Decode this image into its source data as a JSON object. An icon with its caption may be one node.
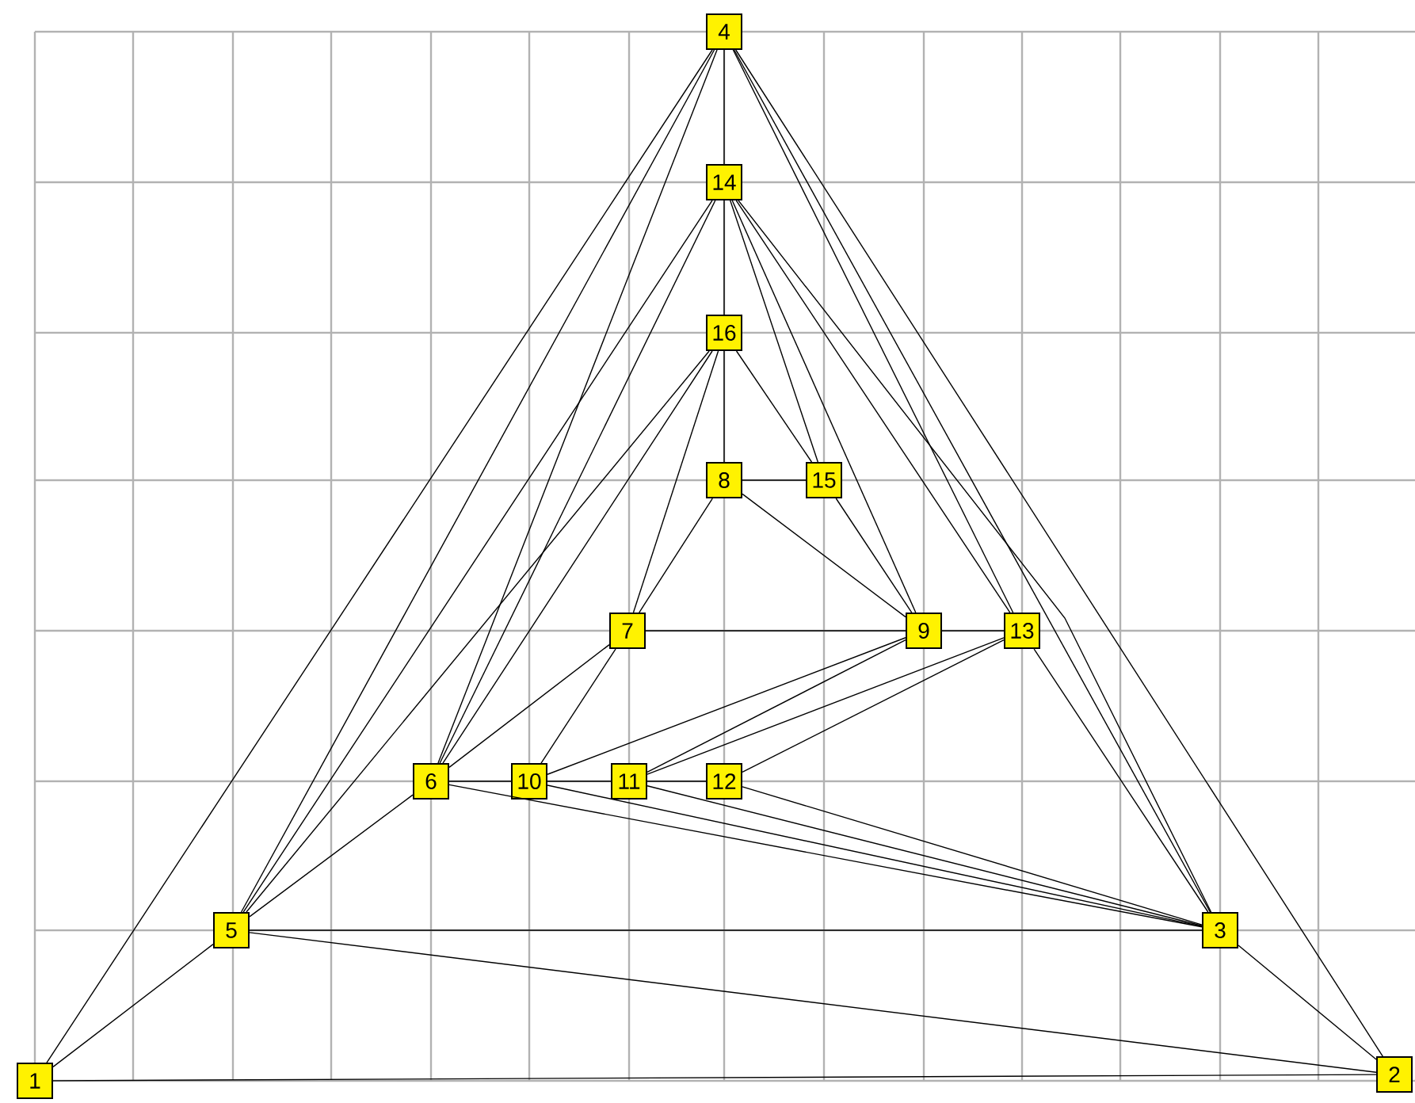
{
  "diagram": {
    "nodes": [
      {
        "text": [
          "1"
        ]
      },
      {
        "text": [
          "2"
        ]
      },
      {
        "text": [
          "3"
        ]
      },
      {
        "text": [
          "4"
        ]
      },
      {
        "text": [
          "5"
        ]
      },
      {
        "text": [
          "6"
        ]
      },
      {
        "text": [
          "7"
        ]
      },
      {
        "text": [
          "8"
        ]
      },
      {
        "text": [
          "9"
        ]
      },
      {
        "text": [
          "10"
        ]
      },
      {
        "text": [
          "11"
        ]
      },
      {
        "text": [
          "12"
        ]
      },
      {
        "text": [
          "13"
        ]
      },
      {
        "text": [
          "14"
        ]
      },
      {
        "text": [
          "15"
        ]
      },
      {
        "text": [
          "16"
        ]
      }
    ],
    "edges": [
      {
        "from": 0,
        "to": 1,
        "arrow": "none"
      },
      {
        "from": 0,
        "to": 4,
        "arrow": "none"
      },
      {
        "from": 0,
        "to": 3,
        "arrow": "none"
      },
      {
        "from": 1,
        "to": 2,
        "arrow": "none"
      },
      {
        "from": 1,
        "to": 4,
        "arrow": "none"
      },
      {
        "from": 1,
        "to": 3,
        "arrow": "none"
      },
      {
        "from": 2,
        "to": 4,
        "arrow": "none"
      },
      {
        "from": 2,
        "to": 5,
        "arrow": "none"
      },
      {
        "from": 2,
        "to": 9,
        "arrow": "none"
      },
      {
        "from": 2,
        "to": 10,
        "arrow": "none"
      },
      {
        "from": 2,
        "to": 11,
        "arrow": "none"
      },
      {
        "from": 2,
        "to": 12,
        "arrow": "none"
      },
      {
        "from": 2,
        "to": 3,
        "arrow": "none"
      },
      {
        "from": 2,
        "to": 13,
        "arrow": "none"
      },
      {
        "from": 3,
        "to": 13,
        "arrow": "none"
      },
      {
        "from": 3,
        "to": 4,
        "arrow": "none"
      },
      {
        "from": 3,
        "to": 5,
        "arrow": "none"
      },
      {
        "from": 3,
        "to": 12,
        "arrow": "none"
      },
      {
        "from": 4,
        "to": 5,
        "arrow": "none"
      },
      {
        "from": 4,
        "to": 13,
        "arrow": "none"
      },
      {
        "from": 4,
        "to": 15,
        "arrow": "none"
      },
      {
        "from": 5,
        "to": 9,
        "arrow": "none"
      },
      {
        "from": 5,
        "to": 6,
        "arrow": "none"
      },
      {
        "from": 5,
        "to": 13,
        "arrow": "none"
      },
      {
        "from": 5,
        "to": 15,
        "arrow": "none"
      },
      {
        "from": 6,
        "to": 15,
        "arrow": "none"
      },
      {
        "from": 6,
        "to": 7,
        "arrow": "none"
      },
      {
        "from": 6,
        "to": 9,
        "arrow": "none"
      },
      {
        "from": 6,
        "to": 8,
        "arrow": "none"
      },
      {
        "from": 7,
        "to": 15,
        "arrow": "none"
      },
      {
        "from": 7,
        "to": 14,
        "arrow": "none"
      },
      {
        "from": 7,
        "to": 8,
        "arrow": "none"
      },
      {
        "from": 8,
        "to": 12,
        "arrow": "none"
      },
      {
        "from": 8,
        "to": 9,
        "arrow": "none"
      },
      {
        "from": 8,
        "to": 10,
        "arrow": "none"
      },
      {
        "from": 8,
        "to": 13,
        "arrow": "none"
      },
      {
        "from": 8,
        "to": 14,
        "arrow": "none"
      },
      {
        "from": 9,
        "to": 10,
        "arrow": "none"
      },
      {
        "from": 10,
        "to": 11,
        "arrow": "none"
      },
      {
        "from": 10,
        "to": 12,
        "arrow": "none"
      },
      {
        "from": 11,
        "to": 12,
        "arrow": "none"
      },
      {
        "from": 12,
        "to": 13,
        "arrow": "none"
      },
      {
        "from": 13,
        "to": 15,
        "arrow": "none"
      },
      {
        "from": 13,
        "to": 14,
        "arrow": "none"
      },
      {
        "from": 14,
        "to": 15,
        "arrow": "none"
      }
    ]
  }
}
